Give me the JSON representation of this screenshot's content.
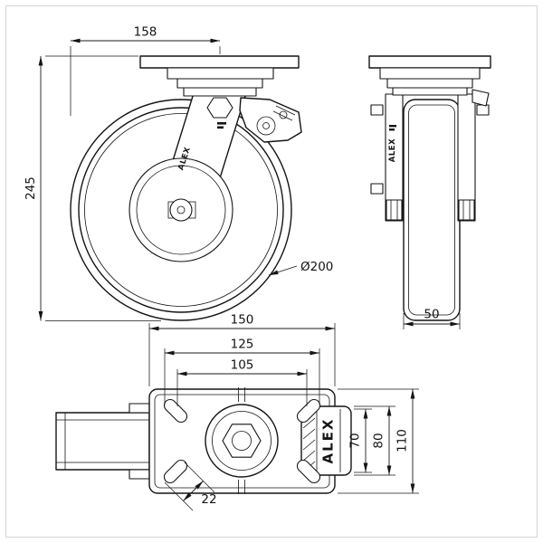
{
  "brand": "ALEX",
  "front": {
    "dim_width": "158",
    "dim_height": "245",
    "dim_diameter": "Ø200"
  },
  "side": {
    "dim_tread_width": "50"
  },
  "top": {
    "dim_plate_width": "150",
    "dim_bolt_span_outer": "125",
    "dim_bolt_span_inner": "105",
    "dim_slot_length": "22",
    "dim_pedal_inner": "70",
    "dim_pedal_outer": "80",
    "dim_plate_depth": "110"
  },
  "colors": {
    "line": "#141414",
    "background": "#ffffff",
    "frame": "#d4d4d4"
  }
}
